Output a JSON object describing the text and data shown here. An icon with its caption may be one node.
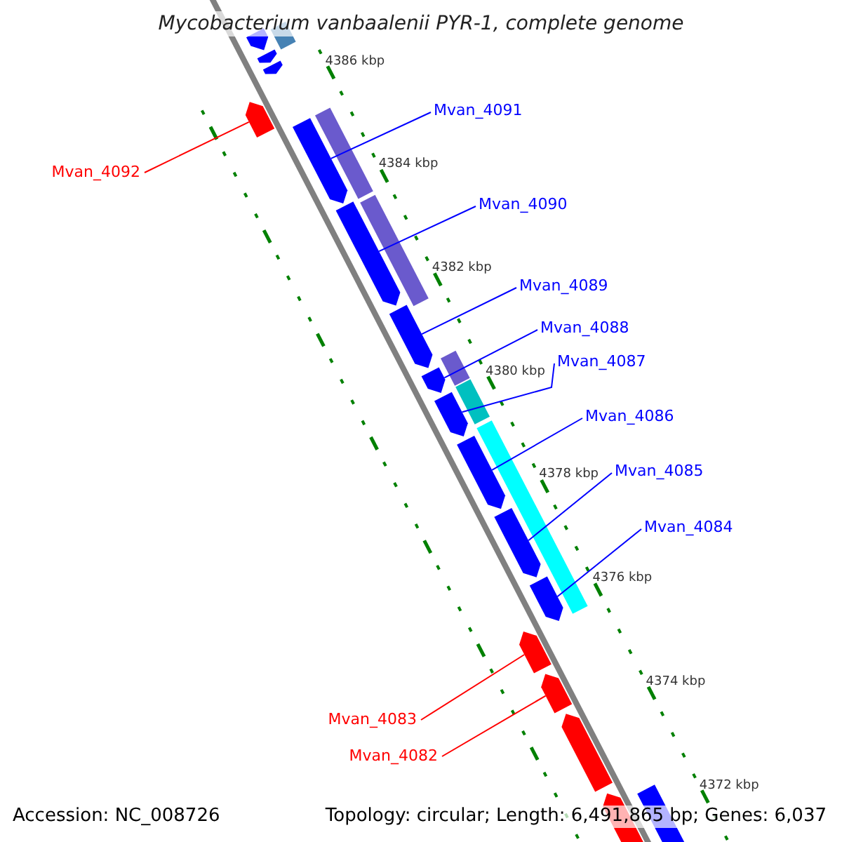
{
  "diagram": {
    "title": "Mycobacterium vanbaalenii PYR-1, complete genome",
    "nodes": [
      {
        "text": [
          "Mvan_4091"
        ]
      },
      {
        "text": [
          "Mvan_4092"
        ]
      },
      {
        "text": [
          "Mvan_4090"
        ]
      },
      {
        "text": [
          "Mvan_4089"
        ]
      },
      {
        "text": [
          "Mvan_4088"
        ]
      },
      {
        "text": [
          "Mvan_4087"
        ]
      },
      {
        "text": [
          "Mvan_4086"
        ]
      },
      {
        "text": [
          "Mvan_4085"
        ]
      },
      {
        "text": [
          "Mvan_4084"
        ]
      },
      {
        "text": [
          "Mvan_4083"
        ]
      },
      {
        "text": [
          "Mvan_4082"
        ]
      },
      {
        "text": [],
        "shape": "bar"
      },
      {
        "text": [],
        "shape": "bar"
      },
      {
        "text": [],
        "shape": "bar"
      },
      {
        "text": [],
        "shape": "bar"
      },
      {
        "text": [],
        "shape": "bar"
      },
      {
        "text": [],
        "shape": "bar"
      },
      {
        "text": [],
        "shape": "bar"
      },
      {
        "text": [],
        "shape": "bar"
      },
      {
        "text": [],
        "shape": "bar"
      },
      {
        "text": [],
        "shape": "bar"
      },
      {
        "text": [],
        "shape": "bar"
      },
      {
        "text": [],
        "shape": "bar"
      },
      {
        "text": [],
        "shape": "bar"
      },
      {
        "text": [],
        "shape": "bar"
      },
      {
        "text": [],
        "shape": "bar"
      },
      {
        "text": [],
        "shape": "bar"
      },
      {
        "text": [],
        "shape": "bar"
      }
    ],
    "edges": [
      {
        "from": 0,
        "to": 11,
        "arrow": "none"
      },
      {
        "from": 1,
        "to": 12,
        "arrow": "none",
        "color": "#ff0000"
      },
      {
        "from": 2,
        "to": 13,
        "arrow": "none"
      },
      {
        "from": 3,
        "to": 14,
        "arrow": "none"
      },
      {
        "from": 4,
        "to": 15,
        "arrow": "none"
      },
      {
        "from": 5,
        "to": 16,
        "arrow": "none"
      },
      {
        "from": 6,
        "to": 17,
        "arrow": "none"
      },
      {
        "from": 7,
        "to": 18,
        "arrow": "none"
      },
      {
        "from": 8,
        "to": 19,
        "arrow": "none"
      },
      {
        "from": 9,
        "to": 20,
        "arrow": "none",
        "color": "#ff0000"
      },
      {
        "from": 10,
        "to": 21,
        "arrow": "none",
        "color": "#ff0000"
      }
    ],
    "labels": [
      "4386 kbp",
      "4384 kbp",
      "4382 kbp",
      "4380 kbp",
      "4378 kbp",
      "4376 kbp",
      "4374 kbp",
      "4372 kbp",
      "Accession: NC_008726",
      "Topology: circular; Length: 6,491,865 bp; Genes: 6,037"
    ]
  }
}
